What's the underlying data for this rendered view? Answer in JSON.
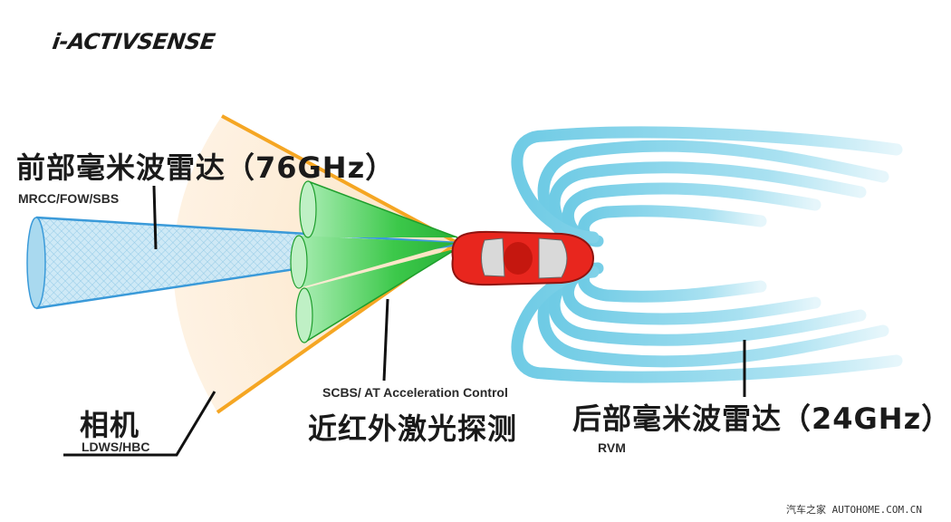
{
  "logo": {
    "text": "i-ACTIVSENSE"
  },
  "labels": {
    "front_radar": {
      "title": "前部毫米波雷达（76GHz）",
      "subtitle": "MRCC/FOW/SBS"
    },
    "camera": {
      "title": "相机",
      "subtitle": "LDWS/HBC"
    },
    "infrared": {
      "title": "近红外激光探测",
      "subtitle": "SCBS/ AT Acceleration Control"
    },
    "rear_radar": {
      "title": "后部毫米波雷达（24GHz）",
      "subtitle": "RVM"
    }
  },
  "watermark": {
    "text": "汽车之家 AUTOHOME.COM.CN"
  },
  "colors": {
    "camera_cone": "#fad9a8",
    "camera_edge": "#f5a623",
    "front_radar_beam": "#bfe3f3",
    "front_radar_edge": "#3a9ad9",
    "infrared_beam": "#3cc84a",
    "rear_radar_wave": "#7fd0e8",
    "car_body": "#e8261e"
  },
  "icons": [
    "car-top-view-icon"
  ]
}
